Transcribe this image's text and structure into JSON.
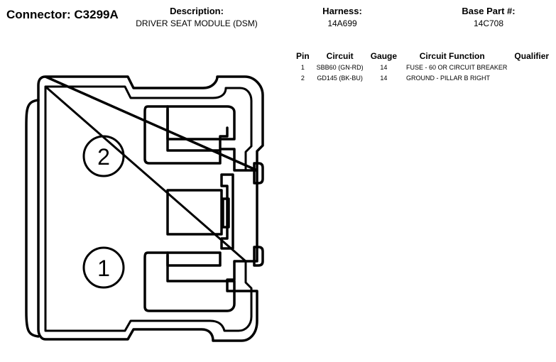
{
  "header": {
    "connector_title": "Connector: C3299A",
    "description_label": "Description:",
    "description_value": "DRIVER SEAT MODULE (DSM)",
    "harness_label": "Harness:",
    "harness_value": "14A699",
    "base_part_label": "Base Part #:",
    "base_part_value": "14C708"
  },
  "table": {
    "columns": [
      "Pin",
      "Circuit",
      "Gauge",
      "Circuit Function",
      "Qualifier"
    ],
    "rows": [
      {
        "pin": "1",
        "circuit": "SBB60 (GN-RD)",
        "gauge": "14",
        "function": "FUSE - 60 OR CIRCUIT BREAKER",
        "qualifier": ""
      },
      {
        "pin": "2",
        "circuit": "GD145 (BK-BU)",
        "gauge": "14",
        "function": "GROUND - PILLAR B RIGHT",
        "qualifier": ""
      }
    ]
  },
  "diagram": {
    "pin_labels": [
      "2",
      "1"
    ]
  }
}
